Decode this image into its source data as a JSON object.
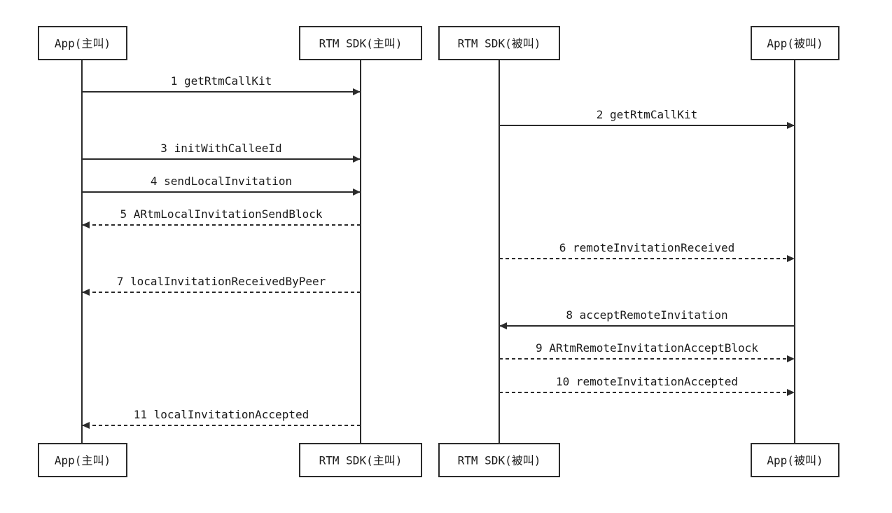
{
  "diagram": {
    "participants": [
      {
        "id": "app_caller",
        "label": "App(主叫)"
      },
      {
        "id": "sdk_caller",
        "label": "RTM SDK(主叫)"
      },
      {
        "id": "sdk_callee",
        "label": "RTM SDK(被叫)"
      },
      {
        "id": "app_callee",
        "label": "App(被叫)"
      }
    ],
    "messages": [
      {
        "label": "1 getRtmCallKit",
        "from": "app_caller",
        "to": "sdk_caller",
        "style": "solid"
      },
      {
        "label": "2 getRtmCallKit",
        "from": "sdk_callee",
        "to": "app_callee",
        "style": "solid"
      },
      {
        "label": "3 initWithCalleeId",
        "from": "app_caller",
        "to": "sdk_caller",
        "style": "solid"
      },
      {
        "label": "4 sendLocalInvitation",
        "from": "app_caller",
        "to": "sdk_caller",
        "style": "solid"
      },
      {
        "label": "5 ARtmLocalInvitationSendBlock",
        "from": "sdk_caller",
        "to": "app_caller",
        "style": "dashed"
      },
      {
        "label": "6 remoteInvitationReceived",
        "from": "sdk_callee",
        "to": "app_callee",
        "style": "dashed"
      },
      {
        "label": "7 localInvitationReceivedByPeer",
        "from": "sdk_caller",
        "to": "app_caller",
        "style": "dashed"
      },
      {
        "label": "8 acceptRemoteInvitation",
        "from": "app_callee",
        "to": "sdk_callee",
        "style": "solid"
      },
      {
        "label": "9 ARtmRemoteInvitationAcceptBlock",
        "from": "sdk_callee",
        "to": "app_callee",
        "style": "dashed"
      },
      {
        "label": "10 remoteInvitationAccepted",
        "from": "sdk_callee",
        "to": "app_callee",
        "style": "dashed"
      },
      {
        "label": "11 localInvitationAccepted",
        "from": "sdk_caller",
        "to": "app_caller",
        "style": "dashed"
      }
    ]
  }
}
